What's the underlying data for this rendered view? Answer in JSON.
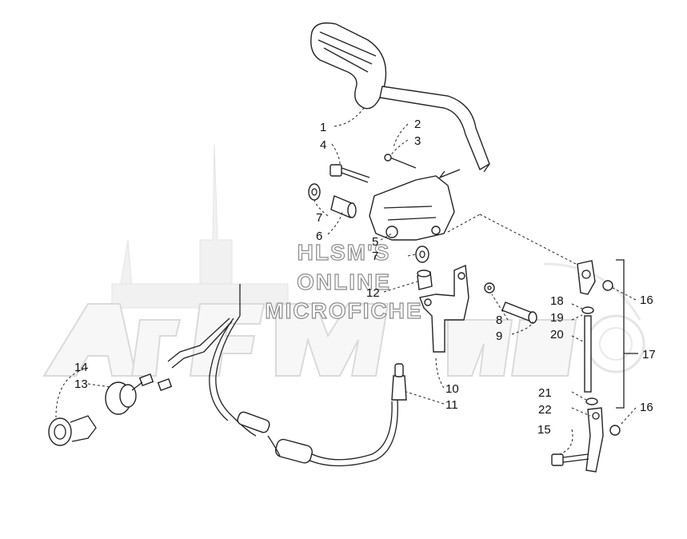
{
  "watermark": {
    "lines": [
      "HLSM'S",
      "ONLINE",
      "MICROFICHE"
    ],
    "logo_text": "ArcticCat"
  },
  "callouts": [
    {
      "id": "c1",
      "text": "1"
    },
    {
      "id": "c2",
      "text": "2"
    },
    {
      "id": "c3",
      "text": "3"
    },
    {
      "id": "c4",
      "text": "4"
    },
    {
      "id": "c5",
      "text": "5"
    },
    {
      "id": "c6",
      "text": "6"
    },
    {
      "id": "c7a",
      "text": "7"
    },
    {
      "id": "c7b",
      "text": "7"
    },
    {
      "id": "c8",
      "text": "8"
    },
    {
      "id": "c9",
      "text": "9"
    },
    {
      "id": "c10",
      "text": "10"
    },
    {
      "id": "c11",
      "text": "11"
    },
    {
      "id": "c12",
      "text": "12"
    },
    {
      "id": "c13",
      "text": "13"
    },
    {
      "id": "c14",
      "text": "14"
    },
    {
      "id": "c15",
      "text": "15"
    },
    {
      "id": "c16a",
      "text": "16"
    },
    {
      "id": "c16b",
      "text": "16"
    },
    {
      "id": "c17",
      "text": "17"
    },
    {
      "id": "c18",
      "text": "18"
    },
    {
      "id": "c19",
      "text": "19"
    },
    {
      "id": "c20",
      "text": "20"
    },
    {
      "id": "c21",
      "text": "21"
    },
    {
      "id": "c22",
      "text": "22"
    }
  ]
}
